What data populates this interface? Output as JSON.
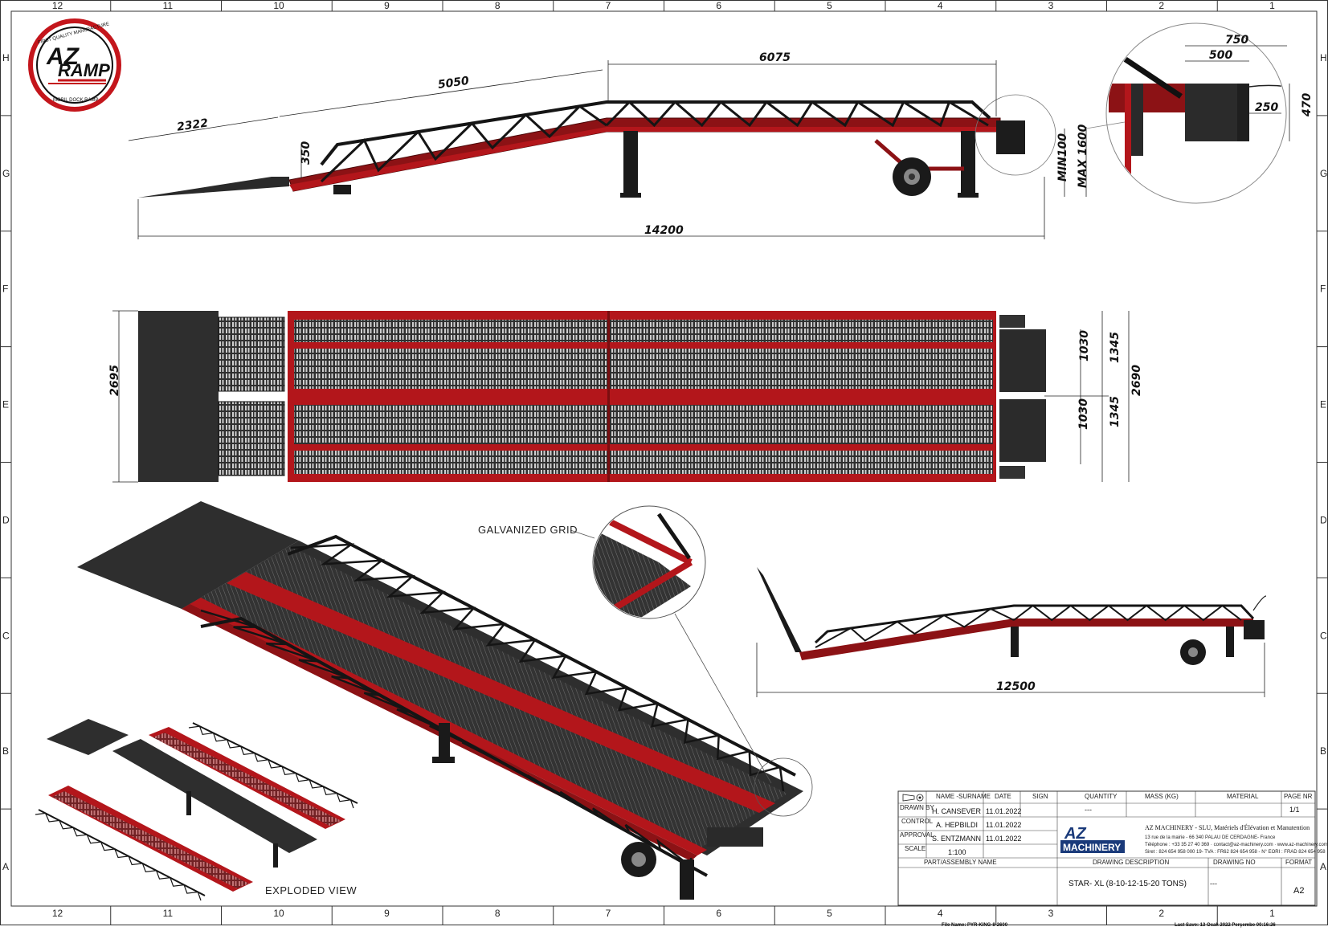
{
  "frame": {
    "columns": [
      "12",
      "11",
      "10",
      "9",
      "8",
      "7",
      "6",
      "5",
      "4",
      "3",
      "2",
      "1"
    ],
    "rows": [
      "H",
      "G",
      "F",
      "E",
      "D",
      "C",
      "B",
      "A"
    ]
  },
  "logo": {
    "line1": "AZ",
    "line2": "RAMP",
    "ring_top": "FIRST QUALITY MANUFACTURE",
    "ring_bottom": "MOBIL DOCK RAMP"
  },
  "side_view": {
    "dims": {
      "lip": "2322",
      "ramp": "5050",
      "platform": "6075",
      "height_end": "350",
      "total": "14200",
      "min_height": "MIN100",
      "max_height": "MAX 1600"
    }
  },
  "detail_view": {
    "dims": {
      "a": "750",
      "b": "500",
      "c": "250",
      "d": "470"
    }
  },
  "top_view": {
    "dims": {
      "width_total": "2695",
      "half1": "1030",
      "half2": "1030",
      "outer1": "1345",
      "outer2": "1345",
      "overall": "2690"
    }
  },
  "iso_view": {
    "callout": "GALVANIZED GRID",
    "exploded_label": "EXPLODED VIEW"
  },
  "small_side_view": {
    "dims": {
      "length": "12500"
    }
  },
  "title_block": {
    "headers": {
      "name": "NAME -SURNAME",
      "date": "DATE",
      "sign": "SIGN",
      "quantity": "QUANTITY",
      "mass": "MASS (KG)",
      "material": "MATERIAL",
      "page_nr": "PAGE NR",
      "part": "PART/ASSEMBLY NAME",
      "drawing_desc": "DRAWING DESCRIPTION",
      "drawing_no": "DRAWING NO",
      "format": "FORMAT"
    },
    "rows": [
      {
        "role": "DRAWN BY",
        "name": "H. CANSEVER",
        "date": "11.01.2022"
      },
      {
        "role": "CONTROL",
        "name": "A. HEPBILDI",
        "date": "11.01.2022"
      },
      {
        "role": "APPROVAL",
        "name": "S. ENTZMANN",
        "date": "11.01.2022"
      },
      {
        "role": "SCALE",
        "name": "1:100",
        "date": ""
      }
    ],
    "quantity_value": "---",
    "page_value": "1/1",
    "company_logo_line1": "AZ",
    "company_logo_line2": "MACHINERY",
    "company_name": "AZ MACHINERY - SLU, Matériels d'Élévation et Manutention",
    "company_addr1": "13 rue de la mairie - 66 340 PALAU DE CERDAGNE- France",
    "company_addr2": "Téléphone : +33 35 27 40 369 · contact@az-machinery.com · www.az-machinery.com",
    "company_addr3": "Siret : 824 654 958 000 19- TVA : FR62 824 654 958 - N° EORI : FRAD 824 654 958",
    "description": "STAR- XL (8-10-12-15-20 TONS)",
    "drawing_no_value": "---",
    "format_value": "A2"
  },
  "footer": {
    "file_name": "File Name: PYR-KING-8-2600",
    "last_save": "Last Save: 13 Ocak 2022 Perşembe 00:16:26"
  },
  "colors": {
    "red": "#b3161b",
    "dark_red": "#7a0e10",
    "dark": "#2d2d2d",
    "black": "#111111"
  }
}
